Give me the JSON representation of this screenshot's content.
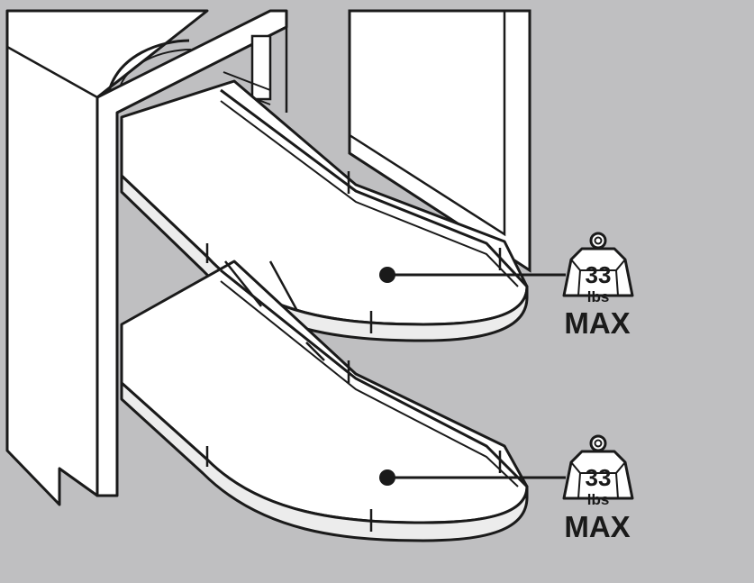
{
  "colors": {
    "background": "#bfbfc1",
    "cabinet": "#ffffff",
    "outline": "#1a1a1a",
    "shelf_rim": "#ececec"
  },
  "illustration": {
    "subject": "corner cabinet with two pull-out kidney shelves"
  },
  "weight_labels": [
    {
      "value": "33",
      "unit": "lbs",
      "limit": "MAX"
    },
    {
      "value": "33",
      "unit": "lbs",
      "limit": "MAX"
    }
  ]
}
